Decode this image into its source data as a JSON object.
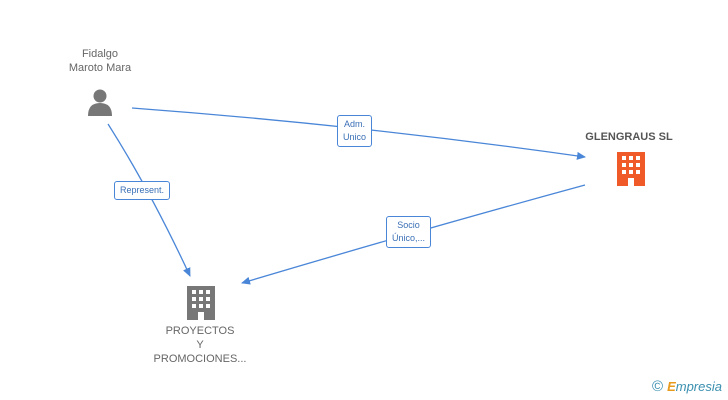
{
  "nodes": {
    "person": {
      "label": "Fidalgo\nMaroto Mara",
      "icon": "person-icon"
    },
    "glengraus": {
      "label": "GLENGRAUS SL",
      "icon": "building-icon"
    },
    "proyectos": {
      "label": "PROYECTOS\nY\nPROMOCIONES...",
      "icon": "building-icon"
    }
  },
  "edges": {
    "adm": {
      "label": "Adm.\nUnico"
    },
    "represent": {
      "label": "Represent."
    },
    "socio": {
      "label": "Socio\nÚnico,..."
    }
  },
  "footer": {
    "copyright": "©",
    "brand_first": "E",
    "brand_rest": "mpresia"
  },
  "colors": {
    "edge": "#4a86d8",
    "main_company": "#f05a28",
    "company": "#777777",
    "person": "#777777"
  }
}
